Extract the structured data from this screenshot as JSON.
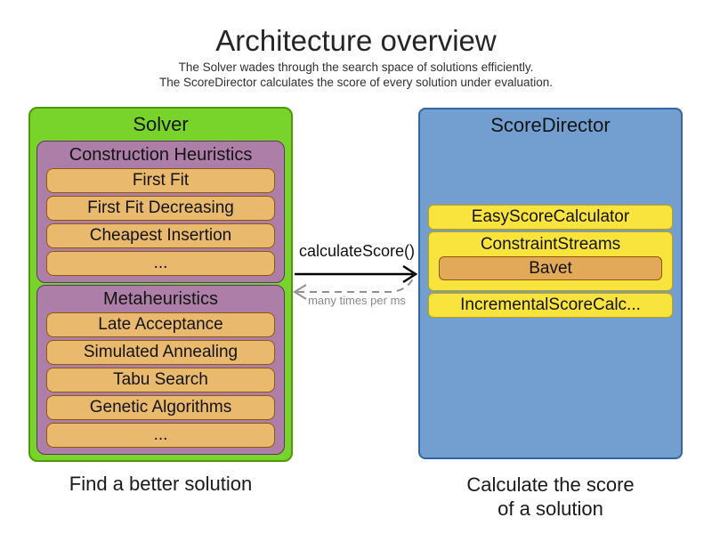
{
  "header": {
    "title": "Architecture overview",
    "subtitle_line1": "The Solver wades through the search space of solutions efficiently.",
    "subtitle_line2": "The ScoreDirector calculates the score of every solution under evaluation."
  },
  "solver": {
    "title": "Solver",
    "construction_heuristics": {
      "title": "Construction Heuristics",
      "items": [
        "First Fit",
        "First Fit Decreasing",
        "Cheapest Insertion",
        "..."
      ]
    },
    "metaheuristics": {
      "title": "Metaheuristics",
      "items": [
        "Late Acceptance",
        "Simulated Annealing",
        "Tabu Search",
        "Genetic Algorithms",
        "..."
      ]
    },
    "caption": "Find a better solution"
  },
  "scoredirector": {
    "title": "ScoreDirector",
    "calculators": {
      "easy": "EasyScoreCalculator",
      "constraint_streams": "ConstraintStreams",
      "constraint_streams_child": "Bavet",
      "incremental": "IncrementalScoreCalc..."
    },
    "caption_line1": "Calculate the score",
    "caption_line2": "of a solution"
  },
  "arrow": {
    "label": "calculateScore()",
    "sublabel": "many times per ms"
  },
  "colors": {
    "solver_green": "#78d42a",
    "solver_green_border": "#4e9a06",
    "group_purple": "#ad7fa8",
    "group_purple_border": "#5c3566",
    "item_orange": "#e9b96e",
    "item_orange_border": "#8f5902",
    "scoredirector_blue": "#729fcf",
    "scoredirector_blue_border": "#3465a4",
    "calculator_yellow": "#f8e43c",
    "calculator_yellow_border": "#c4a000",
    "bavet_orange": "#e2aa58",
    "arrow_black": "#000000",
    "arrow_gray": "#909090"
  }
}
